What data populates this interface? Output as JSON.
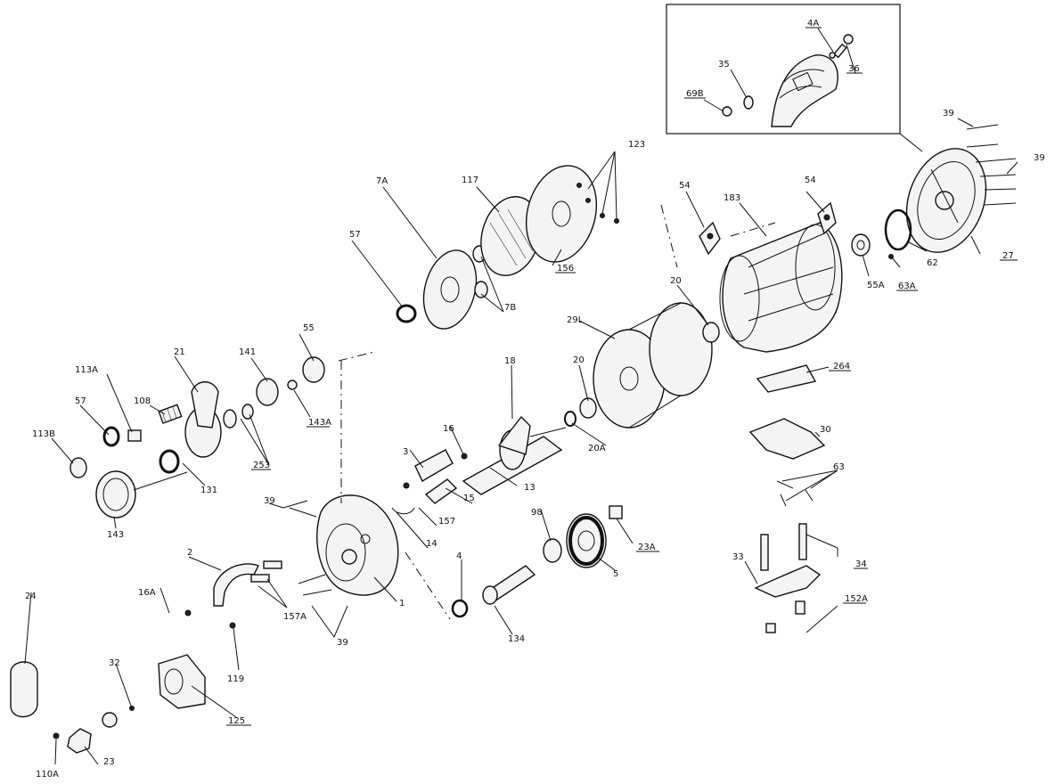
{
  "diagram": {
    "type": "exploded parts diagram",
    "labels": [
      {
        "id": "4A",
        "text": "4A"
      },
      {
        "id": "35",
        "text": "35"
      },
      {
        "id": "36",
        "text": "36"
      },
      {
        "id": "69B",
        "text": "69B"
      },
      {
        "id": "39a",
        "text": "39"
      },
      {
        "id": "39b",
        "text": "39"
      },
      {
        "id": "27",
        "text": "27"
      },
      {
        "id": "62",
        "text": "62"
      },
      {
        "id": "63A",
        "text": "63A"
      },
      {
        "id": "55A",
        "text": "55A"
      },
      {
        "id": "54a",
        "text": "54"
      },
      {
        "id": "54b",
        "text": "54"
      },
      {
        "id": "183",
        "text": "183"
      },
      {
        "id": "123",
        "text": "123"
      },
      {
        "id": "117",
        "text": "117"
      },
      {
        "id": "156",
        "text": "156"
      },
      {
        "id": "7A",
        "text": "7A"
      },
      {
        "id": "7B",
        "text": "7B"
      },
      {
        "id": "57a",
        "text": "57"
      },
      {
        "id": "20a",
        "text": "20"
      },
      {
        "id": "29L",
        "text": "29L"
      },
      {
        "id": "264",
        "text": "264"
      },
      {
        "id": "30",
        "text": "30"
      },
      {
        "id": "63",
        "text": "63"
      },
      {
        "id": "34",
        "text": "34"
      },
      {
        "id": "33",
        "text": "33"
      },
      {
        "id": "152A",
        "text": "152A"
      },
      {
        "id": "18",
        "text": "18"
      },
      {
        "id": "20b",
        "text": "20"
      },
      {
        "id": "20A",
        "text": "20A"
      },
      {
        "id": "13",
        "text": "13"
      },
      {
        "id": "16",
        "text": "16"
      },
      {
        "id": "3",
        "text": "3"
      },
      {
        "id": "15",
        "text": "15"
      },
      {
        "id": "157",
        "text": "157"
      },
      {
        "id": "14",
        "text": "14"
      },
      {
        "id": "98",
        "text": "98"
      },
      {
        "id": "23A",
        "text": "23A"
      },
      {
        "id": "5",
        "text": "5"
      },
      {
        "id": "4",
        "text": "4"
      },
      {
        "id": "134",
        "text": "134"
      },
      {
        "id": "55",
        "text": "55"
      },
      {
        "id": "141",
        "text": "141"
      },
      {
        "id": "143A",
        "text": "143A"
      },
      {
        "id": "21",
        "text": "21"
      },
      {
        "id": "108",
        "text": "108"
      },
      {
        "id": "113A",
        "text": "113A"
      },
      {
        "id": "57b",
        "text": "57"
      },
      {
        "id": "113B",
        "text": "113B"
      },
      {
        "id": "131",
        "text": "131"
      },
      {
        "id": "253",
        "text": "253"
      },
      {
        "id": "143",
        "text": "143"
      },
      {
        "id": "39c",
        "text": "39"
      },
      {
        "id": "1",
        "text": "1"
      },
      {
        "id": "39d",
        "text": "39"
      },
      {
        "id": "2",
        "text": "2"
      },
      {
        "id": "157A",
        "text": "157A"
      },
      {
        "id": "16A",
        "text": "16A"
      },
      {
        "id": "119",
        "text": "119"
      },
      {
        "id": "24",
        "text": "24"
      },
      {
        "id": "32",
        "text": "32"
      },
      {
        "id": "125",
        "text": "125"
      },
      {
        "id": "23",
        "text": "23"
      },
      {
        "id": "110A",
        "text": "110A"
      }
    ]
  }
}
